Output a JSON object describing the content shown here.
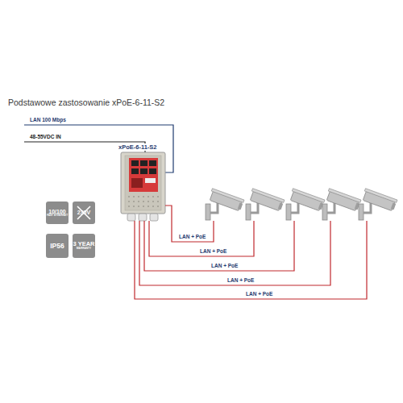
{
  "diagram": {
    "title": "Podstawowe zastosowanie xPoE-6-11-S2",
    "nodes": [
      {
        "text": [
          "xPoE-6-11-S2"
        ]
      },
      {
        "text": [
          "10/100",
          "FAST ETHERNET"
        ]
      },
      {
        "text": [
          "230V"
        ]
      },
      {
        "text": [
          "IP56"
        ]
      },
      {
        "text": [
          "3 YEAR",
          "WARRANTY"
        ]
      }
    ],
    "labels": [
      "LAN 100 Mbps",
      "48-55VDC IN",
      "LAN + PoE",
      "LAN + PoE",
      "LAN + PoE",
      "LAN + PoE",
      "LAN + PoE"
    ]
  }
}
